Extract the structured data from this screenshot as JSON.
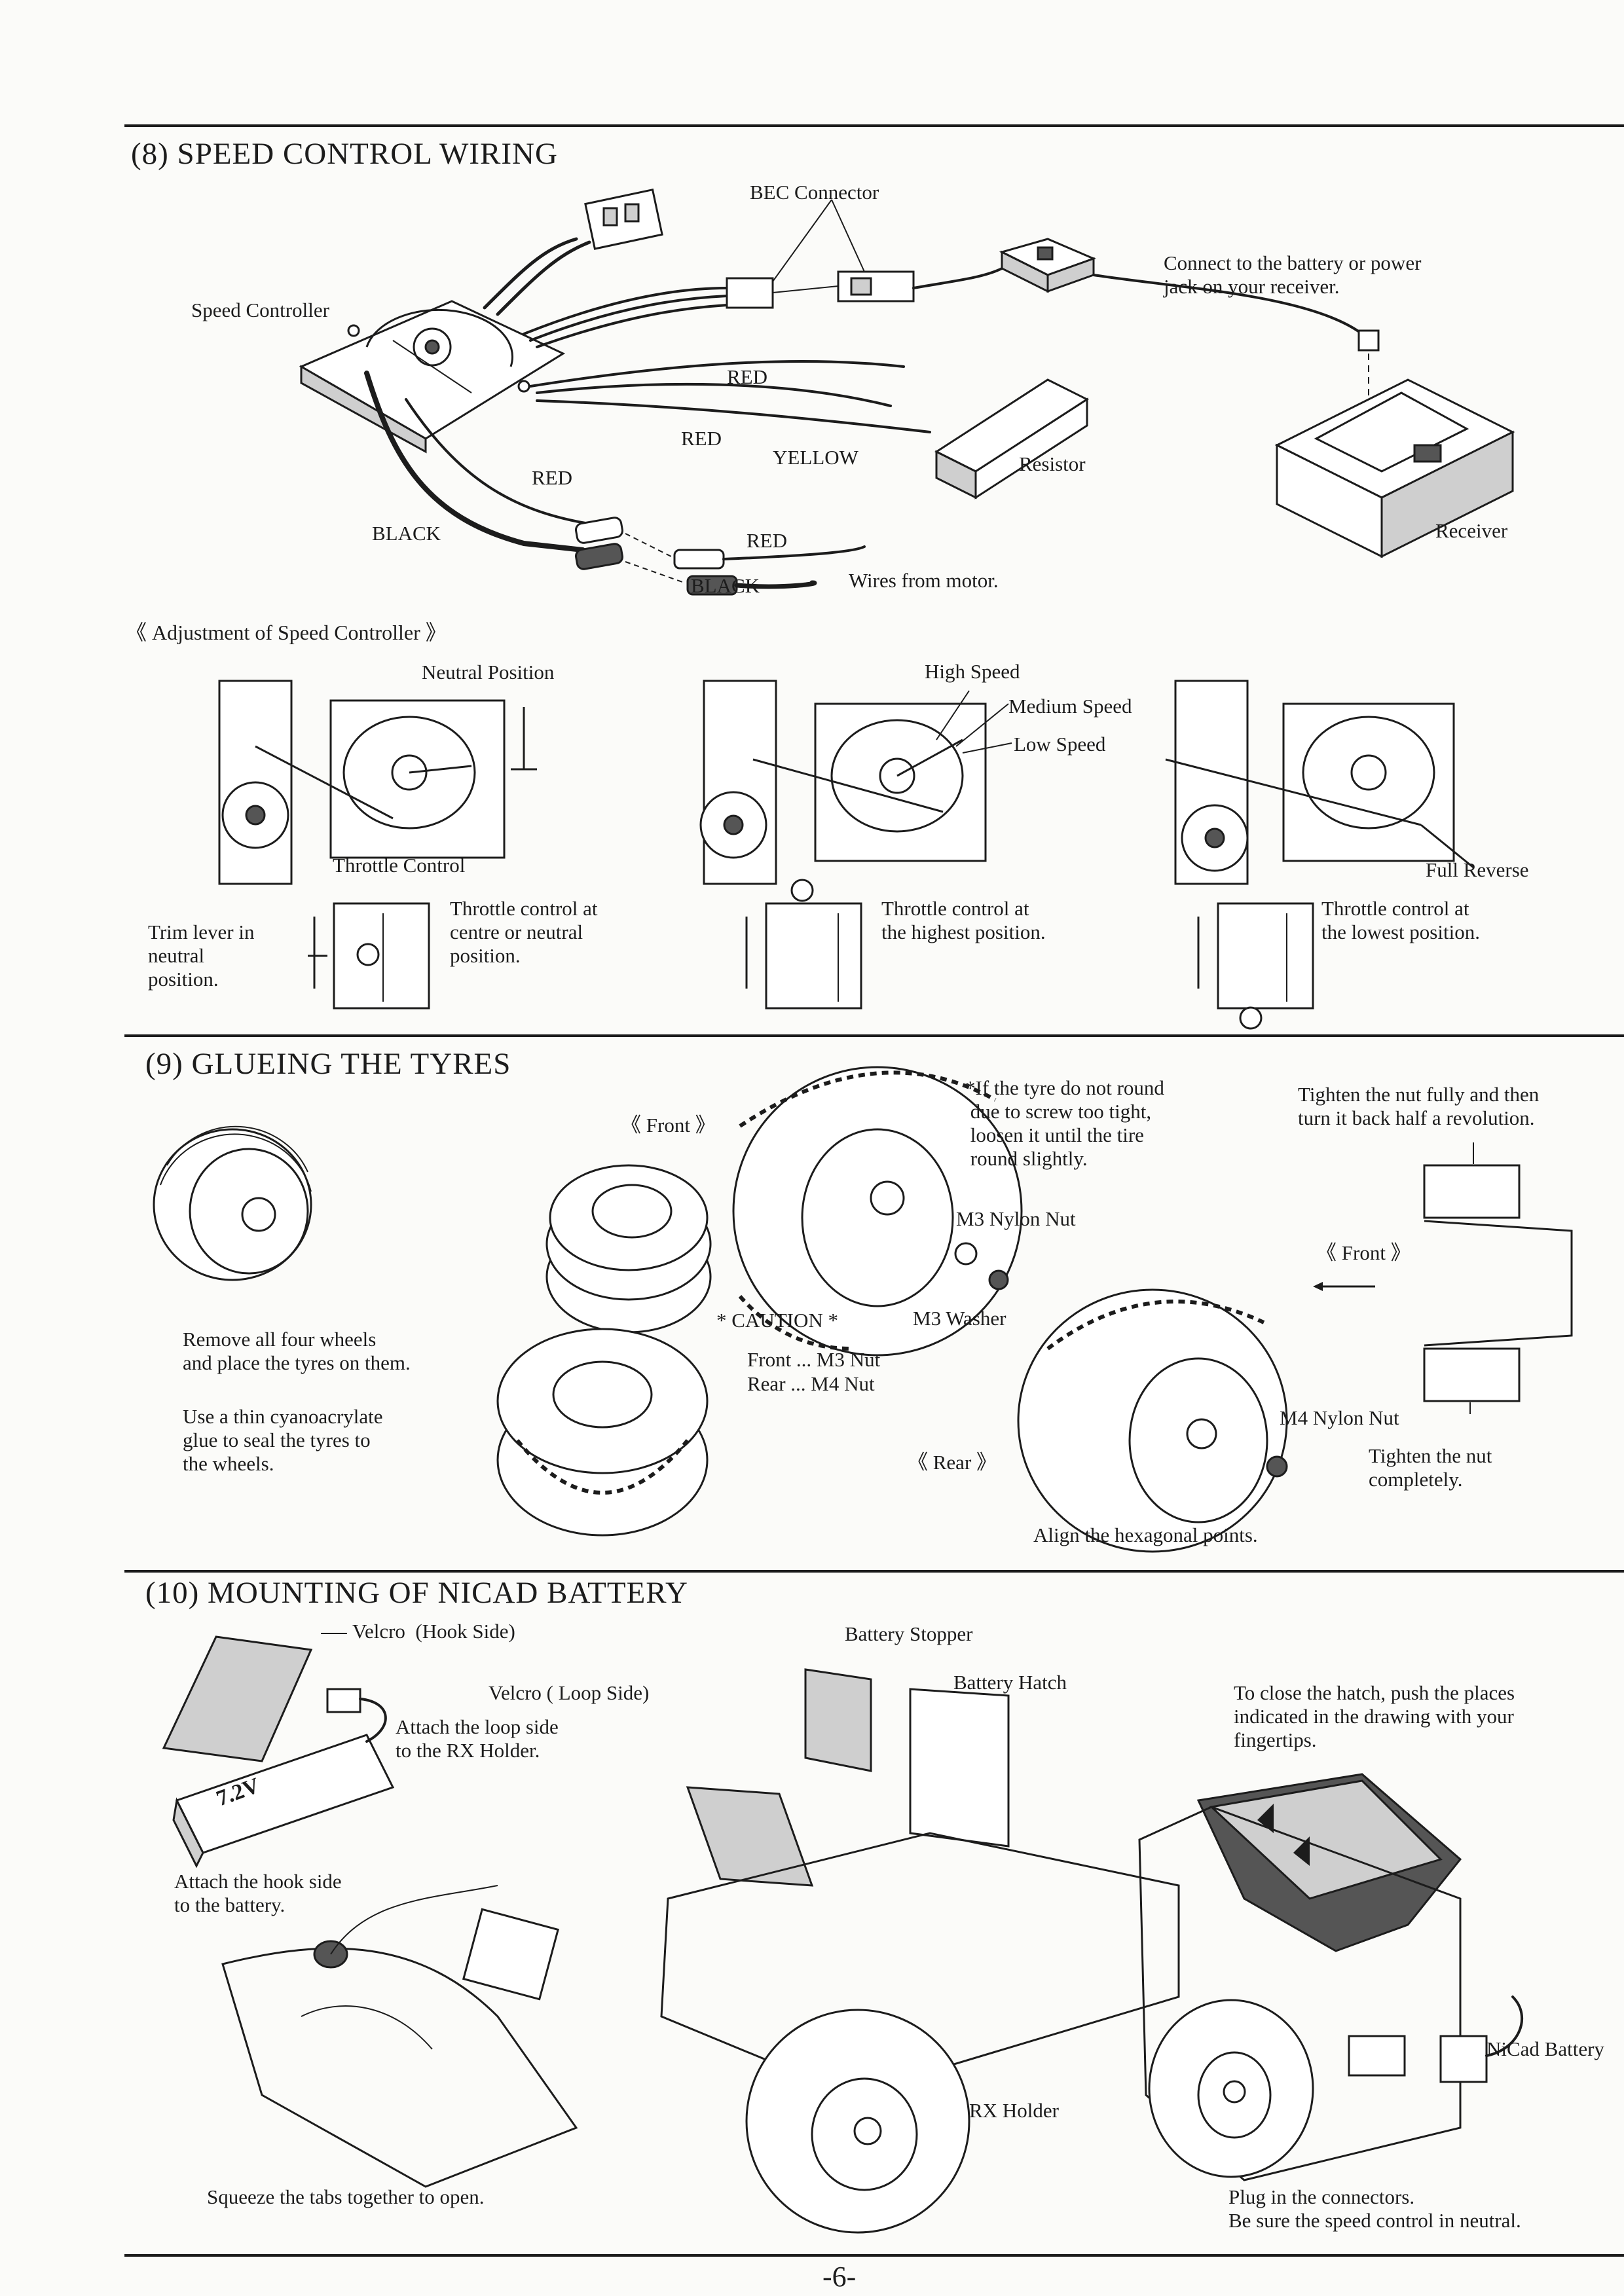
{
  "sections": {
    "s8": {
      "title": "(8)  SPEED CONTROL WIRING"
    },
    "s9": {
      "title": "(9)  GLUEING THE TYRES"
    },
    "s10": {
      "title": "(10)  MOUNTING OF NICAD BATTERY"
    }
  },
  "s8": {
    "bec_connector": "BEC Connector",
    "speed_controller": "Speed Controller",
    "connect_battery": "Connect to the battery or power\njack on your receiver.",
    "red_1": "RED",
    "red_2": "RED",
    "red_3": "RED",
    "red_4": "RED",
    "yellow": "YELLOW",
    "resistor": "Resistor",
    "receiver": "Receiver",
    "black_1": "BLACK",
    "black_2": "BLACK",
    "wires_from_motor": "Wires from motor.",
    "adjustment_heading": "《 Adjustment of Speed Controller 》",
    "neutral_position": "Neutral Position",
    "throttle_control": "Throttle Control",
    "high_speed": "High Speed",
    "medium_speed": "Medium Speed",
    "low_speed": "Low Speed",
    "full_reverse": "Full Reverse",
    "trim_lever": "Trim lever in\nneutral\nposition.",
    "throttle_neutral": "Throttle control at\ncentre or neutral\nposition.",
    "throttle_highest": "Throttle control at\nthe highest position.",
    "throttle_lowest": "Throttle control at\nthe lowest position."
  },
  "s9": {
    "front_label": "《 Front 》",
    "tyre_note": "*If the tyre do not round\n due to screw too tight,\n loosen it until the tire\n round slightly.",
    "tighten_half": "Tighten the nut fully and then\nturn it back half a revolution.",
    "m3_nylon_nut": "M3 Nylon Nut",
    "front_label_2": "《 Front 》",
    "caution": "* CAUTION *",
    "m3_washer": "M3 Washer",
    "front_m3": "Front ... M3 Nut",
    "rear_m4": "Rear ... M4 Nut",
    "remove_wheels": "Remove all four wheels\nand place the tyres on them.",
    "cyanoacrylate": "Use a thin cyanoacrylate\nglue to seal the tyres to\nthe wheels.",
    "m4_nylon_nut": "M4 Nylon Nut",
    "tighten_completely": "Tighten the nut\ncompletely.",
    "rear_label": "《 Rear 》",
    "align_hex": "Align the hexagonal points."
  },
  "s10": {
    "velcro_hook": "Velcro  (Hook Side)",
    "velcro_loop": "Velcro ( Loop Side)",
    "attach_loop": "Attach the loop side\nto the RX Holder.",
    "battery_stopper": "Battery Stopper",
    "battery_hatch": "Battery Hatch",
    "close_hatch": "To close the hatch, push the places\nindicated in the drawing with your\nfingertips.",
    "battery_print": "7.2V",
    "attach_hook": "Attach the hook side\nto the battery.",
    "nicad_battery": "NiCad Battery",
    "rx_holder": "RX Holder",
    "squeeze_tabs": "Squeeze the tabs together to open.",
    "plug_connectors": "Plug in the connectors.\nBe sure the speed control in neutral."
  },
  "page_number": "-6-"
}
